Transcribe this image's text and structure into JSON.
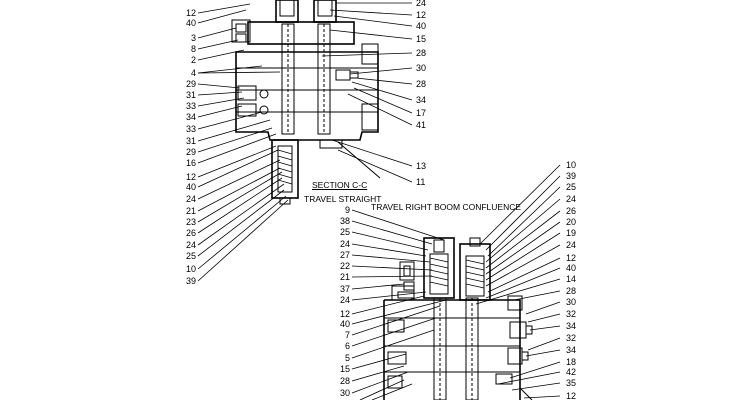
{
  "upper_view": {
    "caption_section": "SECTION  C-C",
    "caption_travel": "TRAVEL STRAIGHT",
    "left_callouts": [
      "12",
      "40",
      "3",
      "8",
      "2",
      "4",
      "29",
      "31",
      "33",
      "34",
      "33",
      "31",
      "29",
      "16",
      "12",
      "40",
      "24",
      "21",
      "23",
      "26",
      "24",
      "25",
      "10",
      "39"
    ],
    "right_callouts": [
      "24",
      "12",
      "40",
      "15",
      "28",
      "30",
      "28",
      "34",
      "17",
      "41",
      "13",
      "11"
    ]
  },
  "lower_view": {
    "caption": "TRAVEL RIGHT   BOOM CONFLUENCE",
    "left_callouts": [
      "9",
      "38",
      "25",
      "24",
      "27",
      "22",
      "21",
      "37",
      "24",
      "12",
      "40",
      "7",
      "6",
      "5",
      "15",
      "28",
      "30"
    ],
    "right_callouts": [
      "10",
      "39",
      "25",
      "24",
      "26",
      "20",
      "19",
      "24",
      "12",
      "40",
      "14",
      "28",
      "30",
      "32",
      "34",
      "32",
      "34",
      "18",
      "42",
      "35",
      "12"
    ]
  }
}
